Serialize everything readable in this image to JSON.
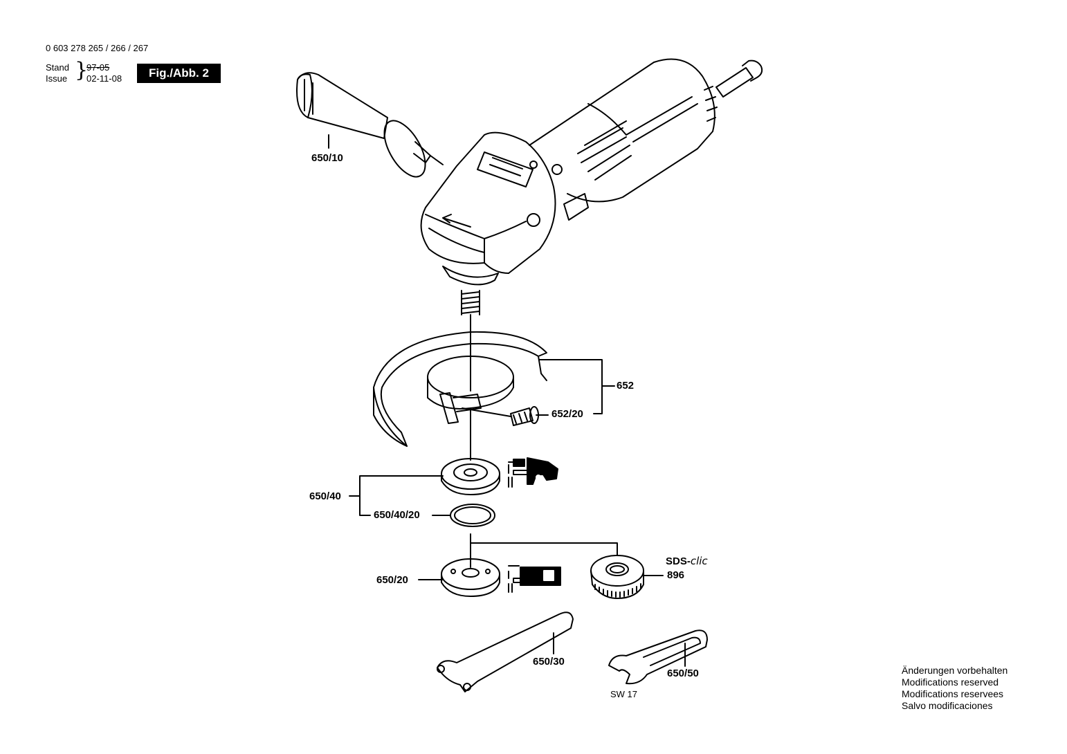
{
  "header": {
    "document_number": "0 603 278 265 / 266 / 267",
    "stand_label": "Stand",
    "issue_label": "Issue",
    "stand_value": "97-05",
    "issue_value": "02-11-08",
    "figure_badge": "Fig./Abb. 2"
  },
  "parts": {
    "handle": "650/10",
    "guard": "652",
    "guard_screw": "652/20",
    "flange_set": "650/40",
    "o_ring": "650/40/20",
    "clamping_nut": "650/20",
    "sds_prefix": "SDS-",
    "sds_suffix": "clic",
    "sds_nut": "896",
    "wrench": "650/30",
    "spanner": "650/50",
    "spanner_size": "SW 17"
  },
  "notes": [
    "Änderungen vorbehalten",
    "Modifications reserved",
    "Modifications reservees",
    "Salvo modificaciones"
  ]
}
